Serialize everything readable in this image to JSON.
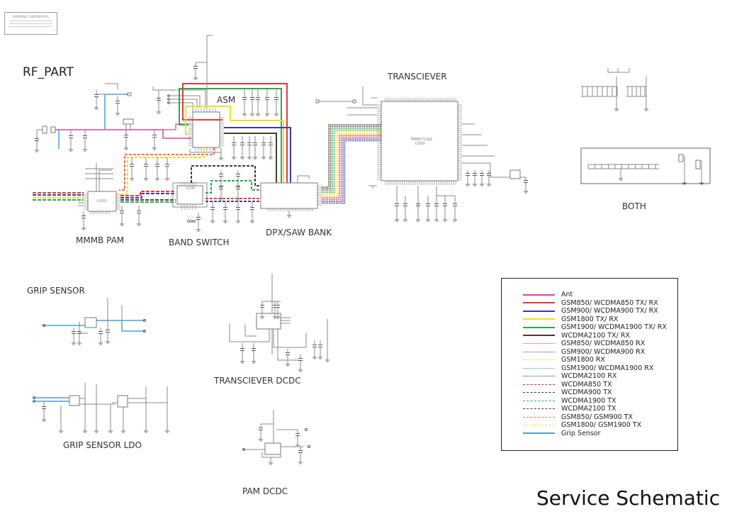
{
  "confidential_stamp": {
    "title": "SAMSUNG CONFIDENTIAL"
  },
  "page_title": "Service Schematic",
  "sections": {
    "rf_part": "RF_PART",
    "asm": "ASM",
    "transciever": "TRANSCIEVER",
    "mmmb_pam": "MMMB PAM",
    "band_switch": "BAND SWITCH",
    "dpx_saw_bank": "DPX/SAW BANK",
    "both": "BOTH",
    "grip_sensor": "GRIP SENSOR",
    "transciever_dcdc": "TRANSCIEVER DCDC",
    "grip_sensor_ldo": "GRIP SENSOR LDO",
    "pam_dcdc": "PAM DCDC"
  },
  "components": {
    "transceiver_ic": "PMB5712A2",
    "transceiver_ref": "U700",
    "pam_ref": "U103",
    "band_switch_ref": "U130"
  },
  "colors": {
    "ant": "#e0409a",
    "gsm850": "#e03b3b",
    "gsm900": "#3a3aa0",
    "gsm1800": "#f0e020",
    "gsm1900": "#2aa850",
    "wcdma2100": "#4a3a32",
    "grip": "#4aa0d8",
    "gsm_tx850_900": "#f07050",
    "wire": "#888888"
  },
  "legend": [
    {
      "label": "Ant",
      "color": "#e0409a",
      "style": "solid"
    },
    {
      "label": "GSM850/ WCDMA850 TX/ RX",
      "color": "#e03b3b",
      "style": "solid"
    },
    {
      "label": "GSM900/ WCDMA900 TX/ RX",
      "color": "#3a3aa0",
      "style": "solid"
    },
    {
      "label": "GSM1800 TX/ RX",
      "color": "#f0e020",
      "style": "solid"
    },
    {
      "label": "GSM1900/ WCDMA1900 TX/ RX",
      "color": "#2aa850",
      "style": "solid"
    },
    {
      "label": "WCDMA2100 TX/ RX",
      "color": "#4a3a32",
      "style": "solid"
    },
    {
      "label": "GSM850/ WCDMA850 RX",
      "color": "#e03b3b",
      "style": "dotted"
    },
    {
      "label": "GSM900/ WCDMA900 RX",
      "color": "#3a3aa0",
      "style": "dotted"
    },
    {
      "label": "GSM1800 RX",
      "color": "#f0e020",
      "style": "dotted"
    },
    {
      "label": "GSM1900/ WCDMA1900 RX",
      "color": "#2aa850",
      "style": "dotted"
    },
    {
      "label": "WCDMA2100 RX",
      "color": "#4a3a32",
      "style": "dotted"
    },
    {
      "label": "WCDMA850 TX",
      "color": "#e02020",
      "style": "dashed"
    },
    {
      "label": "WCDMA900 TX",
      "color": "#2a2a90",
      "style": "dashed"
    },
    {
      "label": "WCDMA1900 TX",
      "color": "#2aa850",
      "style": "dashed"
    },
    {
      "label": "WCDMA2100 TX",
      "color": "#4a3a32",
      "style": "dashed"
    },
    {
      "label": "GSM850/ GSM900 TX",
      "color": "#f07050",
      "style": "dashed"
    },
    {
      "label": "GSM1800/ GSM1900 TX",
      "color": "#f0e020",
      "style": "dashed"
    },
    {
      "label": "Grip Sensor",
      "color": "#4aa0d8",
      "style": "solid"
    }
  ]
}
